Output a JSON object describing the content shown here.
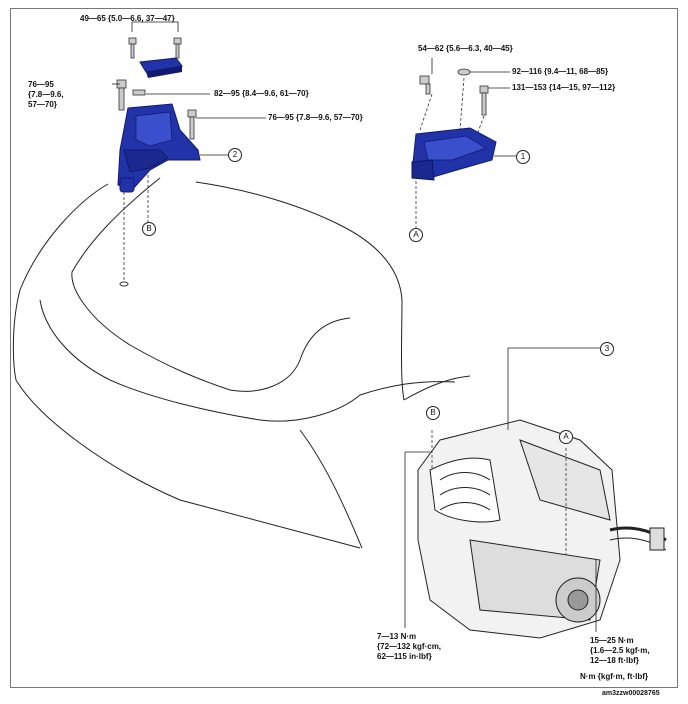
{
  "torques": {
    "t1": "49—65 {5.0—6.6, 37—47}",
    "t2_line1": "76—95",
    "t2_line2": "{7.8—9.6,",
    "t2_line3": "57—70}",
    "t3": "82—95 {8.4—9.6, 61—70}",
    "t4": "76—95 {7.8—9.6, 57—70}",
    "t5": "54—62 {5.6—6.3, 40—45}",
    "t6": "92—116 {9.4—11, 68—85}",
    "t7": "131—153 {14—15, 97—112}",
    "t8_line1": "7—13 N·m",
    "t8_line2": "{72—132 kgf·cm,",
    "t8_line3": "62—115 in·lbf}",
    "t9_line1": "15—25 N·m",
    "t9_line2": "{1.6—2.5 kgf·m,",
    "t9_line3": "12—18 ft·lbf}"
  },
  "callouts": {
    "c1": "1",
    "c2": "2",
    "c3": "3",
    "a_top": "A",
    "b_top": "B",
    "a_engine": "A",
    "b_engine": "B"
  },
  "unit_note": "N·m {kgf·m, ft·lbf}",
  "doc_id": "am3zzw00028765",
  "colors": {
    "mount": "#2233aa",
    "mount_dark": "#111a70",
    "line": "#222222"
  }
}
